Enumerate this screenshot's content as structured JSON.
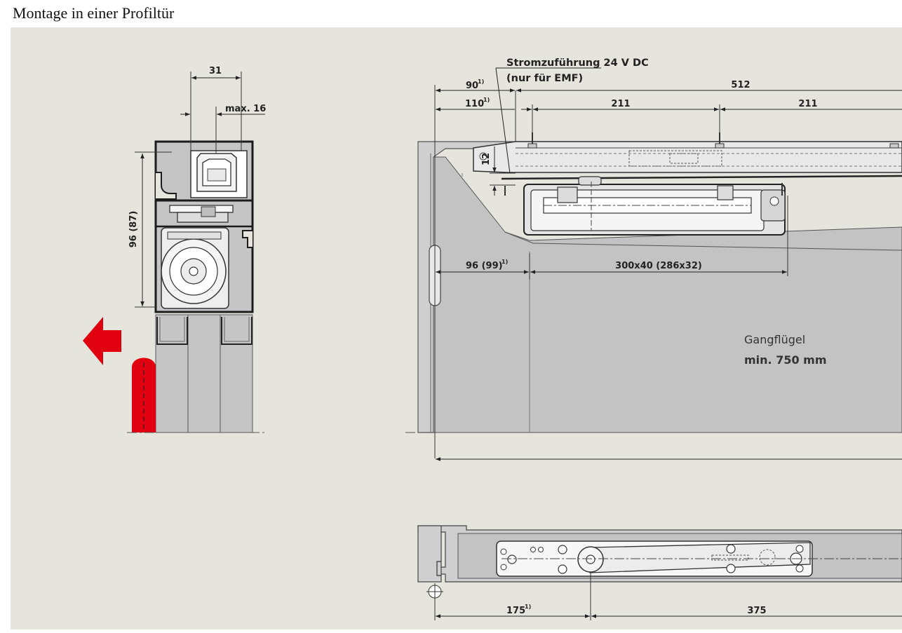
{
  "title": "Montage in einer Profiltür",
  "colors": {
    "background": "#e6e5dd",
    "profile_fill": "#c5c5c5",
    "outline": "#1c1c1c",
    "accent_red": "#e1000f"
  },
  "section_view": {
    "dim_width": "31",
    "dim_max": "max. 16",
    "dim_height": "96 (87)"
  },
  "elevation_view": {
    "power_note_line1": "Stromzuführung 24 V DC",
    "power_note_line2": "(nur für EMF)",
    "dim_90": "90",
    "dim_90_note": "1)",
    "dim_110": "110",
    "dim_110_note": "1)",
    "dim_512": "512",
    "dim_211_left": "211",
    "dim_211_right": "211",
    "dim_12": "12",
    "dim_96_99": "96 (99)",
    "dim_96_99_note": "1)",
    "dim_300x40": "300x40 (286x32)",
    "leaf_label": "Gangflügel",
    "leaf_min": "min. 750 mm"
  },
  "plan_view": {
    "dim_175": "175",
    "dim_175_note": "1)",
    "dim_375": "375"
  }
}
